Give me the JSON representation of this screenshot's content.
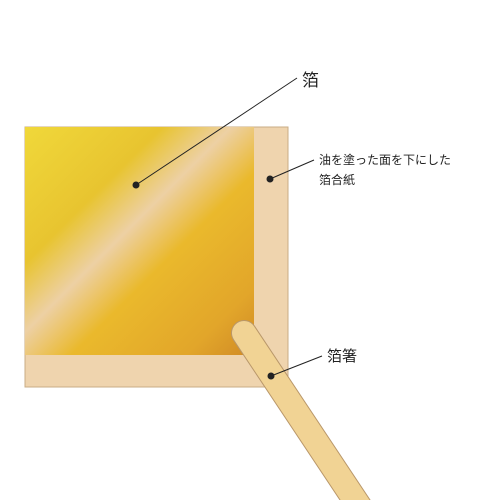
{
  "labels": {
    "foil": "箔",
    "paper_line1": "油を塗った面を下にした",
    "paper_line2": "箔合紙",
    "tongs": "箔箸"
  },
  "colors": {
    "paper": "#efd4ae",
    "paper_edge": "#c9ad86",
    "foil_light": "#f0d83a",
    "foil_highlight": "#edd0a4",
    "foil_mid": "#e9b628",
    "foil_dark": "#d08a26",
    "chopstick": "#f1d394",
    "chopstick_edge": "#b9976a",
    "leader_line": "#222222"
  },
  "icons": {
    "leader_end": "filled-dot"
  }
}
